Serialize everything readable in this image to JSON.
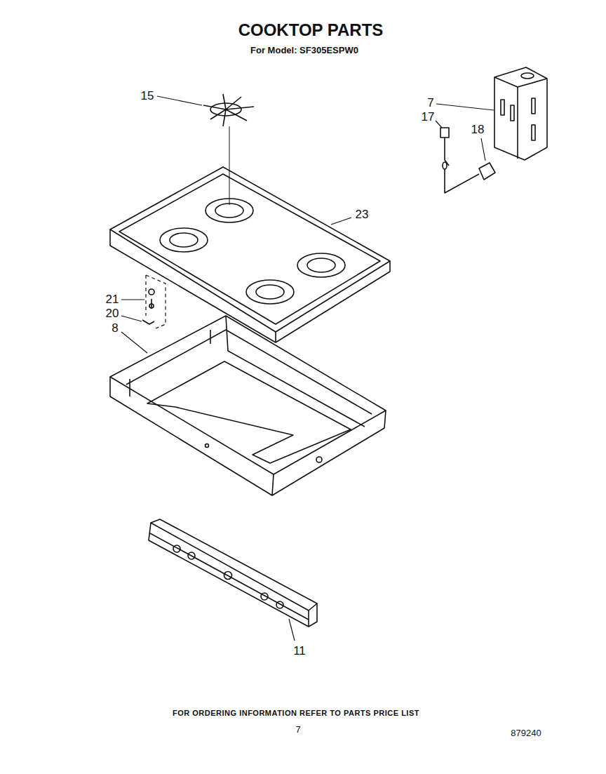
{
  "diagram": {
    "title": "COOKTOP PARTS",
    "labels": [
      "For Model: SF305ESPW0",
      "15",
      "7",
      "17",
      "18",
      "23",
      "21",
      "20",
      "8",
      "11",
      "FOR ORDERING INFORMATION REFER TO PARTS PRICE LIST",
      "7",
      "879240"
    ]
  }
}
